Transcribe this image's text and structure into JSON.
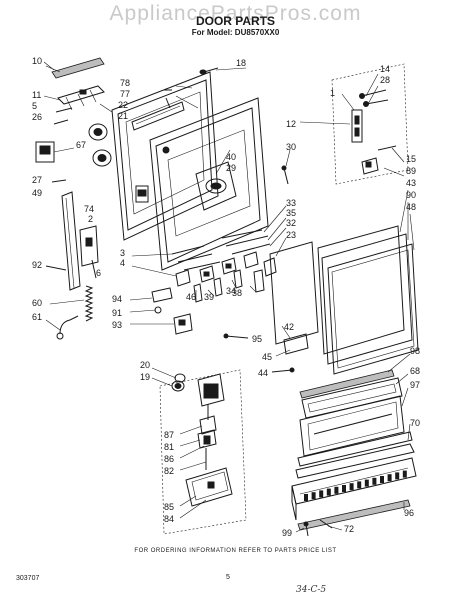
{
  "watermark": "AppliancePartsPros.com",
  "title": "DOOR PARTS",
  "subtitle": "For Model: DU8570XX0",
  "footer_note": "FOR ORDERING INFORMATION REFER TO PARTS PRICE LIST",
  "doc_code": "303707",
  "page_number": "5",
  "handwritten_note": "34-C-5",
  "callouts": [
    {
      "id": "c10",
      "text": "10"
    },
    {
      "id": "c11",
      "text": "11"
    },
    {
      "id": "c5",
      "text": "5"
    },
    {
      "id": "c26",
      "text": "26"
    },
    {
      "id": "c67",
      "text": "67"
    },
    {
      "id": "c27",
      "text": "27"
    },
    {
      "id": "c49",
      "text": "49"
    },
    {
      "id": "c74",
      "text": "74"
    },
    {
      "id": "c2",
      "text": "2"
    },
    {
      "id": "c92",
      "text": "92"
    },
    {
      "id": "c6",
      "text": "6"
    },
    {
      "id": "c60",
      "text": "60"
    },
    {
      "id": "c61",
      "text": "61"
    },
    {
      "id": "c78",
      "text": "78"
    },
    {
      "id": "c77",
      "text": "77"
    },
    {
      "id": "c22",
      "text": "22"
    },
    {
      "id": "c21",
      "text": "21"
    },
    {
      "id": "c18",
      "text": "18"
    },
    {
      "id": "c14",
      "text": "14"
    },
    {
      "id": "c28",
      "text": "28"
    },
    {
      "id": "c1",
      "text": "1"
    },
    {
      "id": "c12",
      "text": "12"
    },
    {
      "id": "c40",
      "text": "40"
    },
    {
      "id": "c29",
      "text": "29"
    },
    {
      "id": "c30",
      "text": "30"
    },
    {
      "id": "c15",
      "text": "15"
    },
    {
      "id": "c89",
      "text": "89"
    },
    {
      "id": "c43",
      "text": "43"
    },
    {
      "id": "c90",
      "text": "90"
    },
    {
      "id": "c48",
      "text": "48"
    },
    {
      "id": "c33",
      "text": "33"
    },
    {
      "id": "c35",
      "text": "35"
    },
    {
      "id": "c32",
      "text": "32"
    },
    {
      "id": "c23",
      "text": "23"
    },
    {
      "id": "c3",
      "text": "3"
    },
    {
      "id": "c4",
      "text": "4"
    },
    {
      "id": "c94",
      "text": "94"
    },
    {
      "id": "c91",
      "text": "91"
    },
    {
      "id": "c93",
      "text": "93"
    },
    {
      "id": "c46",
      "text": "46"
    },
    {
      "id": "c39",
      "text": "39"
    },
    {
      "id": "c34",
      "text": "34"
    },
    {
      "id": "c38",
      "text": "38"
    },
    {
      "id": "c42",
      "text": "42"
    },
    {
      "id": "c95",
      "text": "95"
    },
    {
      "id": "c45",
      "text": "45"
    },
    {
      "id": "c44",
      "text": "44"
    },
    {
      "id": "c20",
      "text": "20"
    },
    {
      "id": "c19",
      "text": "19"
    },
    {
      "id": "c87",
      "text": "87"
    },
    {
      "id": "c81",
      "text": "81"
    },
    {
      "id": "c86",
      "text": "86"
    },
    {
      "id": "c82",
      "text": "82"
    },
    {
      "id": "c85",
      "text": "85"
    },
    {
      "id": "c84",
      "text": "84"
    },
    {
      "id": "c98",
      "text": "98"
    },
    {
      "id": "c68",
      "text": "68"
    },
    {
      "id": "c97",
      "text": "97"
    },
    {
      "id": "c70",
      "text": "70"
    },
    {
      "id": "c96",
      "text": "96"
    },
    {
      "id": "c72",
      "text": "72"
    },
    {
      "id": "c99",
      "text": "99"
    }
  ]
}
